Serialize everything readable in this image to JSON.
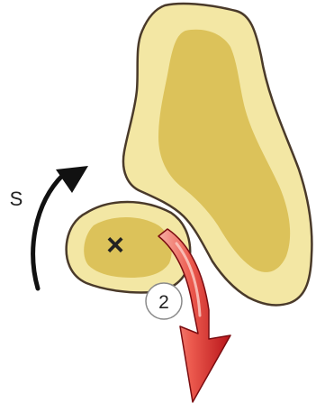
{
  "labels": {
    "rotation": "S",
    "step_number": "2",
    "rotation_center": "×"
  },
  "colors": {
    "bone_outer": "#f3e7a4",
    "bone_inner": "#dcc25a",
    "outline": "#4a3a2a",
    "rotation_arrow": "#111111",
    "force_arrow_light": "#f08a80",
    "force_arrow_dark": "#c8161c",
    "badge_fill": "#ffffff",
    "badge_stroke": "#8a8a8a"
  },
  "elements": {
    "large_bone": "large-bone-fragment",
    "small_bone": "small-bone-fragment",
    "rotation_arrow_icon": "curved-arrow-icon",
    "force_arrow_icon": "red-down-arrow-icon"
  }
}
